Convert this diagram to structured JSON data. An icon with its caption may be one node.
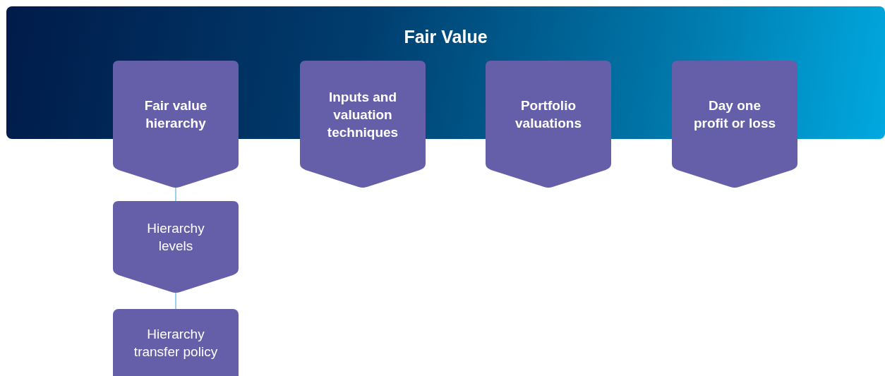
{
  "diagram": {
    "nodes": [
      {
        "text": [
          "Fair Value"
        ]
      },
      {
        "text": [
          "Fair value hierarchy"
        ]
      },
      {
        "text": [
          "Inputs and valuation techniques"
        ]
      },
      {
        "text": [
          "Portfolio valuations"
        ]
      },
      {
        "text": [
          "Day one profit or loss"
        ]
      },
      {
        "text": [
          "Hierarchy levels"
        ]
      },
      {
        "text": [
          "Hierarchy transfer policy"
        ]
      }
    ],
    "edges": [
      {
        "from": 1,
        "to": 5,
        "arrow": "none",
        "color": "#2fa8d8"
      },
      {
        "from": 5,
        "to": 6,
        "arrow": "none",
        "color": "#2fa8d8"
      }
    ]
  }
}
